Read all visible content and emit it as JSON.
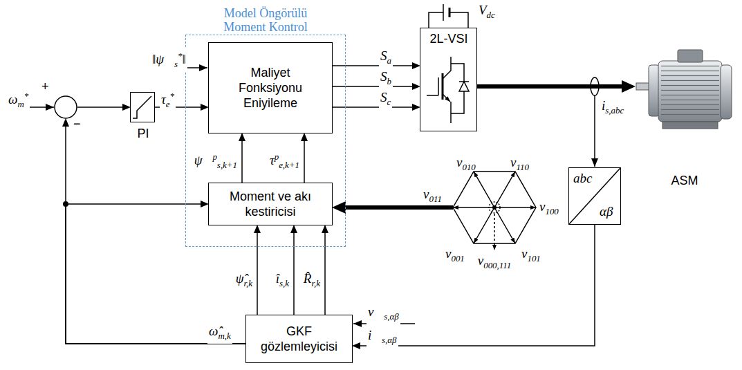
{
  "diagram": {
    "nodes": [
      {
        "text": [
          "Model Öngörülü Moment Kontrol"
        ]
      },
      {
        "text": [
          "Maliyet Fonksiyonu Eniyileme"
        ],
        "in": 0
      },
      {
        "text": [
          "Moment ve akı kestiricisi"
        ],
        "in": 0
      },
      {
        "text": [
          "2L-VSI"
        ]
      },
      {
        "text": [
          "+",
          "−"
        ]
      },
      {
        "text": [
          "PI"
        ]
      },
      {
        "text": [
          "ASM"
        ]
      },
      {
        "text": [
          "abc",
          "αβ"
        ]
      },
      {
        "text": [
          "v010",
          "v110",
          "v011",
          "v100",
          "v001",
          "v101",
          "v000,111"
        ]
      },
      {
        "text": [
          "GKF gözlemleyicisi"
        ]
      }
    ],
    "edges": [
      {
        "from": 4,
        "to": 5,
        "arrow": "to"
      },
      {
        "from": 5,
        "to": 1,
        "label": "τe*",
        "arrow": "to"
      },
      {
        "from": 1,
        "to": 3,
        "label": "Sa",
        "arrow": "to"
      },
      {
        "from": 1,
        "to": 3,
        "label": "Sb",
        "arrow": "to"
      },
      {
        "from": 1,
        "to": 3,
        "label": "Sc",
        "arrow": "to"
      },
      {
        "from": 3,
        "to": 6,
        "arrow": "to"
      },
      {
        "from": 2,
        "to": 1,
        "label": "ψ⃗ps,k+1",
        "arrow": "to"
      },
      {
        "from": 2,
        "to": 1,
        "label": "τpe,k+1",
        "arrow": "to"
      },
      {
        "from": 8,
        "to": 2,
        "arrow": "to"
      },
      {
        "from": 9,
        "to": 2,
        "label": "ψ̂r,k",
        "arrow": "to"
      },
      {
        "from": 9,
        "to": 2,
        "label": "îs,k",
        "arrow": "to"
      },
      {
        "from": 9,
        "to": 2,
        "label": "R̂r,k",
        "arrow": "to"
      },
      {
        "from": 9,
        "to": 4,
        "label": "ω̂m,k",
        "arrow": "to"
      },
      {
        "from": 9,
        "to": 2,
        "arrow": "to"
      },
      {
        "from": 7,
        "to": 9,
        "label": "i⃗s,αβ",
        "arrow": "to"
      }
    ],
    "labels": [
      "ωm*",
      "‖ψ⃗s*‖",
      "Vdc",
      "is,abc",
      "v⃗s,αβ"
    ]
  }
}
